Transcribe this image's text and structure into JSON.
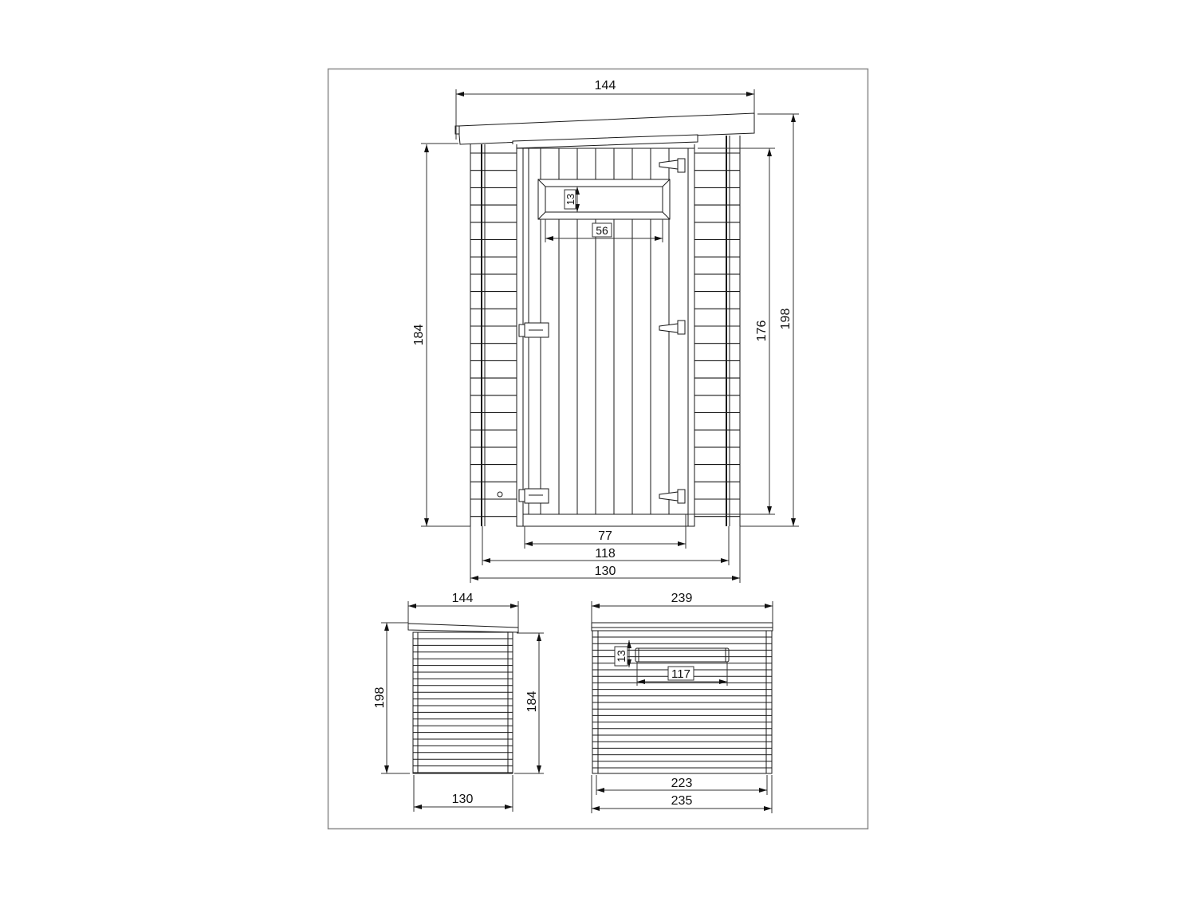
{
  "drawing": {
    "title": "Garden shed technical drawing",
    "units": "cm",
    "line_color": "#1a1a1a",
    "dim_color": "#333333",
    "frame_color": "#8a8a8a"
  },
  "front_view": {
    "label": "front-elevation",
    "dims": {
      "roof_width": "144",
      "left_height": "184",
      "door_height": "176",
      "total_height": "198",
      "door_width": "77",
      "inner_width": "118",
      "outer_width": "130",
      "window_height": "13",
      "window_width": "56"
    }
  },
  "side_view": {
    "label": "side-elevation",
    "dims": {
      "roof_width": "144",
      "total_height": "198",
      "wall_height": "184",
      "base_width": "130"
    }
  },
  "rear_view": {
    "label": "long-side-elevation",
    "dims": {
      "roof_width": "239",
      "window_height": "13",
      "window_width": "117",
      "inner_width": "223",
      "outer_width": "235"
    }
  }
}
